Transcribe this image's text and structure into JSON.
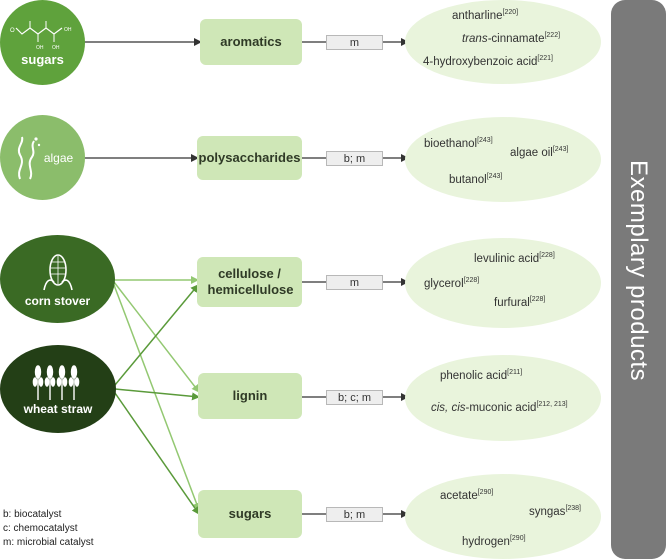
{
  "sources": [
    {
      "id": "sugars",
      "label": "sugars",
      "icon": "sugar-molecule-icon",
      "color": "#5fa23c"
    },
    {
      "id": "algae",
      "label": "algae",
      "icon": "algae-icon",
      "color": "#8bbd6b"
    },
    {
      "id": "corn",
      "label": "corn stover",
      "icon": "corn-icon",
      "color": "#3a6a24"
    },
    {
      "id": "wheat",
      "label": "wheat straw",
      "icon": "wheat-icon",
      "color": "#233f16"
    }
  ],
  "intermediates": [
    {
      "id": "aromatics",
      "label": "aromatics",
      "process": "m"
    },
    {
      "id": "polysaccharides",
      "label": "polysaccharides",
      "process": "b; m"
    },
    {
      "id": "cellulose",
      "label": "cellulose / hemicellulose",
      "process": "m"
    },
    {
      "id": "lignin",
      "label": "lignin",
      "process": "b; c; m"
    },
    {
      "id": "sugars2",
      "label": "sugars",
      "process": "b; m"
    }
  ],
  "products": {
    "aromatics": [
      {
        "text": "antharline",
        "ref": "[220]"
      },
      {
        "text": "cinnamate",
        "prefix": "trans-",
        "ref": "[222]"
      },
      {
        "text": "4-hydroxybenzoic acid",
        "ref": "[221]"
      }
    ],
    "polysaccharides": [
      {
        "text": "bioethanol",
        "ref": "[243]"
      },
      {
        "text": "algae oil",
        "ref": "[243]"
      },
      {
        "text": "butanol",
        "ref": "[243]"
      }
    ],
    "cellulose": [
      {
        "text": "levulinic acid",
        "ref": "[228]"
      },
      {
        "text": "glycerol",
        "ref": "[228]"
      },
      {
        "text": "furfural",
        "ref": "[228]"
      }
    ],
    "lignin": [
      {
        "text": "phenolic acid",
        "ref": "[211]"
      },
      {
        "text": "-muconic acid",
        "prefix": "cis, cis",
        "ref": "[212, 213]"
      }
    ],
    "sugars2": [
      {
        "text": "acetate",
        "ref": "[290]"
      },
      {
        "text": "syngas",
        "ref": "[238]"
      },
      {
        "text": "hydrogen",
        "ref": "[290]"
      }
    ]
  },
  "sidebar_label": "Exemplary products",
  "legend": [
    "b: biocatalyst",
    "c: chemocatalyst",
    "m: microbial catalyst"
  ],
  "colors": {
    "node_fill": "#cfe7b7",
    "product_fill": "#e9f4dc",
    "sidebar": "#7a7a7a",
    "arrow_dark": "#333333",
    "arrow_green_light": "#93c872",
    "arrow_green_dark": "#5a9a3a"
  }
}
